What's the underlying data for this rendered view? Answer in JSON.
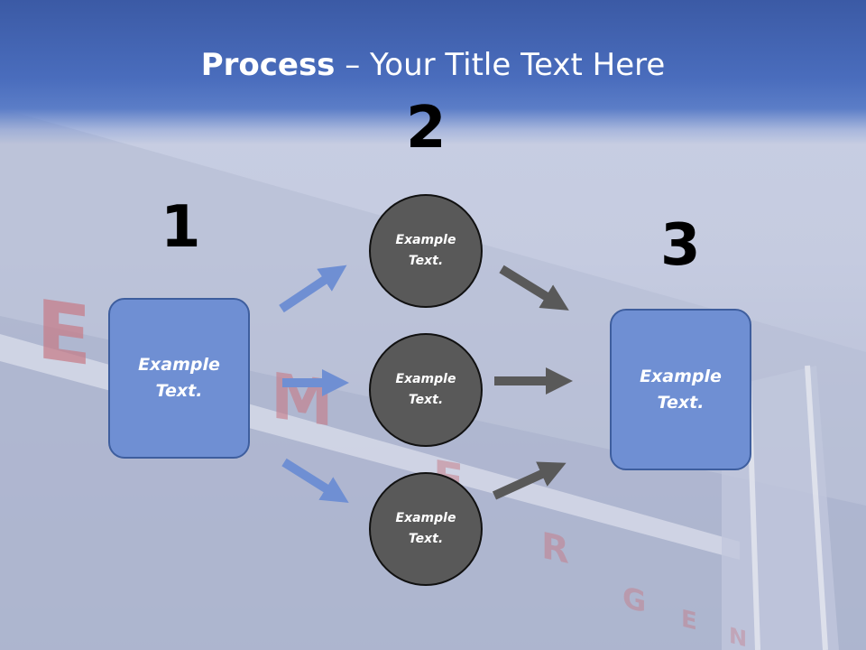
{
  "title": {
    "bold": "Process",
    "rest": " – Your Title Text Here"
  },
  "steps": [
    {
      "number": "1",
      "text": "Example Text."
    },
    {
      "number": "2",
      "circles": [
        "Example Text.",
        "Example Text.",
        "Example Text."
      ]
    },
    {
      "number": "3",
      "text": "Example Text."
    }
  ],
  "colors": {
    "header": "#4a6dbd",
    "box": "#6f8fd3",
    "circle": "#595959",
    "arrow_blue": "#6f8fd3",
    "arrow_dark": "#595959"
  }
}
